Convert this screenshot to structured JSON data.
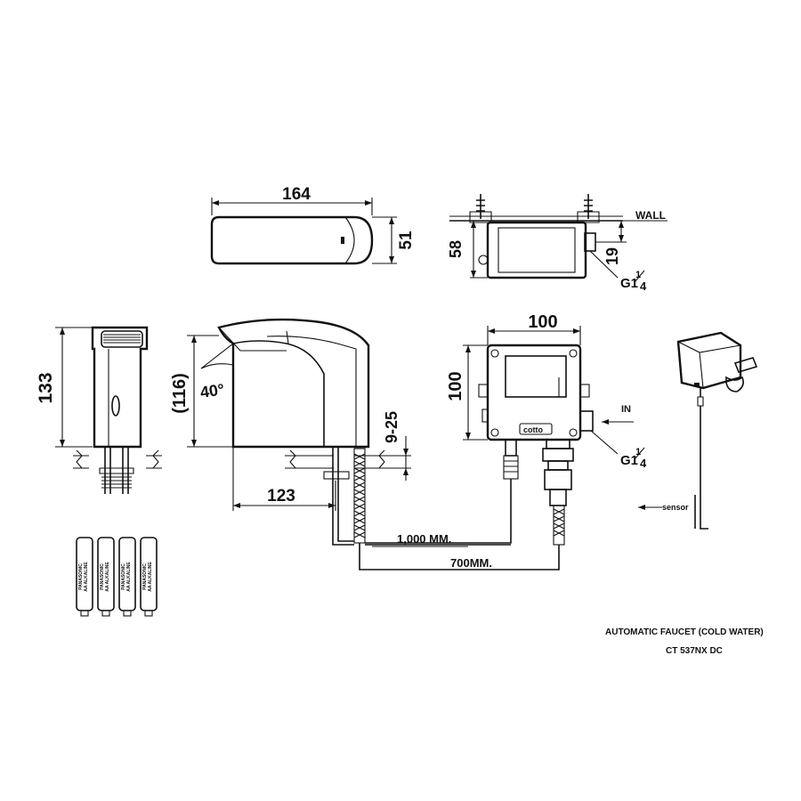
{
  "top_view": {
    "width_dim": "164",
    "height_dim": "51"
  },
  "wall_box": {
    "height_dim": "58",
    "offset_dim": "19",
    "wall_label": "WALL",
    "thread_main": "G1",
    "thread_num": "1",
    "thread_den": "4"
  },
  "side_view": {
    "height_dim": "133"
  },
  "front_view": {
    "height_dim": "(116)",
    "angle": "40°",
    "reach_dim": "123",
    "deck_dim": "9-25"
  },
  "control_box": {
    "width_dim": "100",
    "height_dim": "100",
    "in_label": "IN",
    "brand": "cotto",
    "thread_main": "G1",
    "thread_num": "1",
    "thread_den": "4"
  },
  "hoses": {
    "sensor_cable": "1,000 MM.",
    "supply_hose": "700MM."
  },
  "sensor_label": "sensor",
  "title": {
    "line1": "AUTOMATIC  FAUCET (COLD WATER)",
    "line2": "CT 537NX DC"
  },
  "batteries": {
    "label1": "AA ALKALINE",
    "label2": "PANASONIC"
  }
}
